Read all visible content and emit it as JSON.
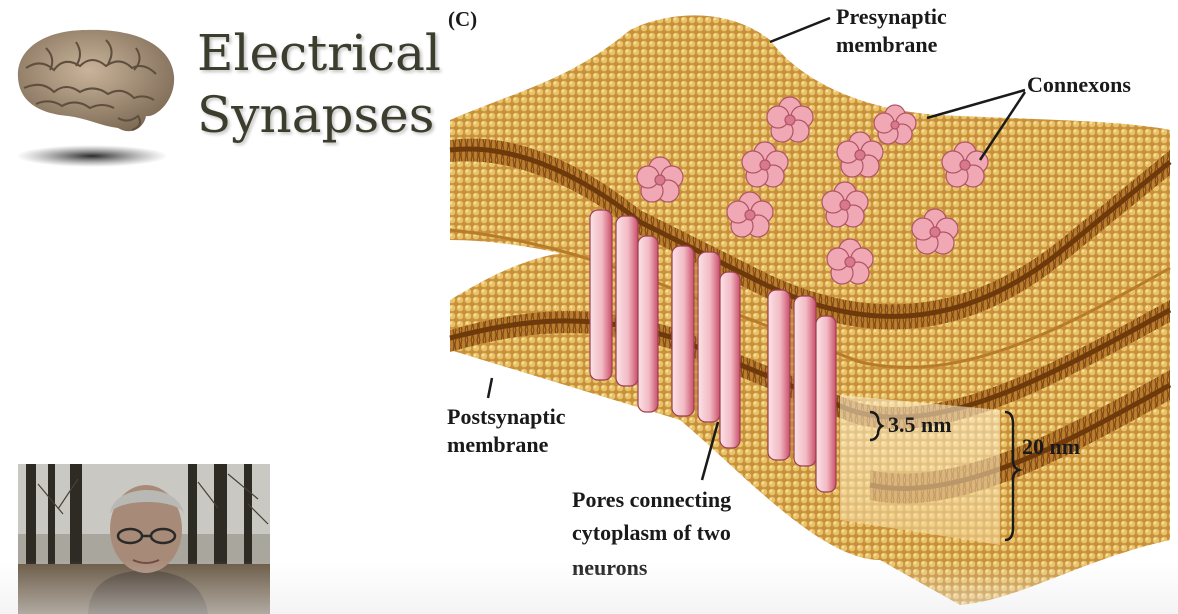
{
  "slide": {
    "title_line1": "Electrical",
    "title_line2": "Synapses"
  },
  "figure": {
    "panel_letter": "(C)",
    "labels": {
      "presynaptic_line1": "Presynaptic",
      "presynaptic_line2": "membrane",
      "connexons": "Connexons",
      "postsynaptic_line1": "Postsynaptic",
      "postsynaptic_line2": "membrane",
      "pores_line1": "Pores connecting",
      "pores_line2": "cytoplasm of two",
      "pores_line3": "neurons",
      "gap_width": "3.5 nm",
      "total_width": "20 nm"
    }
  },
  "colors": {
    "membrane_gold": "#d9a548",
    "membrane_dark": "#8a4a14",
    "connexon_pink": "#f0a8b4",
    "pore_pink": "#f7d0d6",
    "title_text": "#3d3d2e"
  },
  "icons": [
    "brain-icon"
  ]
}
